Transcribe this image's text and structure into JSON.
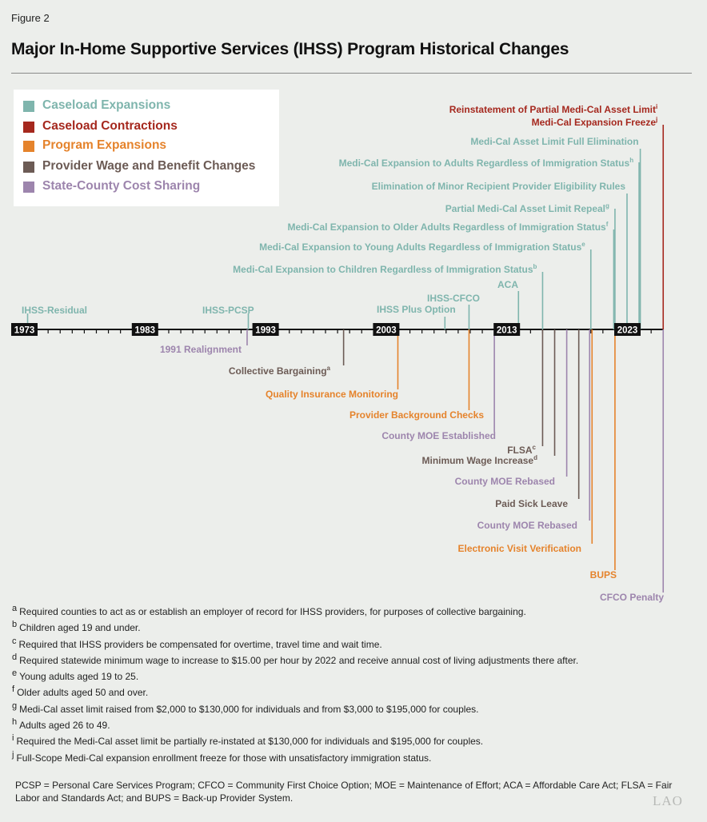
{
  "figure_label": "Figure 2",
  "title": "Major In-Home Supportive Services (IHSS) Program Historical Changes",
  "colors": {
    "caseload_expansions": "#7fb5ad",
    "caseload_contractions": "#a5281e",
    "program_expansions": "#e5832c",
    "provider_wage": "#6c5b55",
    "cost_sharing": "#9d85ad",
    "timeline": "#111111"
  },
  "legend": [
    {
      "label": "Caseload Expansions",
      "category": "caseload_expansions"
    },
    {
      "label": "Caseload Contractions",
      "category": "caseload_contractions"
    },
    {
      "label": "Program Expansions",
      "category": "program_expansions"
    },
    {
      "label": "Provider Wage and Benefit Changes",
      "category": "provider_wage"
    },
    {
      "label": "State-County Cost Sharing",
      "category": "cost_sharing"
    }
  ],
  "timeline": {
    "start_year": 1973,
    "end_year": 2023,
    "year_labels": [
      "1973",
      "1983",
      "1993",
      "2003",
      "2013",
      "2023"
    ]
  },
  "events_above": [
    {
      "label": "IHSS-Residual",
      "year": 1973.3,
      "category": "caseload_expansions",
      "note": ""
    },
    {
      "label": "IHSS-PCSP",
      "year": 1991.6,
      "category": "caseload_expansions",
      "note": ""
    },
    {
      "label": "IHSS Plus Option",
      "year": 2007.9,
      "category": "caseload_expansions",
      "note": ""
    },
    {
      "label": "IHSS-CFCO",
      "year": 2009.9,
      "category": "caseload_expansions",
      "note": ""
    },
    {
      "label": "ACA",
      "year": 2014.0,
      "category": "caseload_expansions",
      "note": ""
    },
    {
      "label": "Medi-Cal Expansion to Children Regardless of Immigration Status",
      "year": 2016.0,
      "category": "caseload_expansions",
      "note": "b"
    },
    {
      "label": "Medi-Cal Expansion to Young Adults Regardless of Immigration Status",
      "year": 2020.0,
      "category": "caseload_expansions",
      "note": "e"
    },
    {
      "label": "Medi-Cal Expansion to Older Adults Regardless of Immigration Status",
      "year": 2021.9,
      "category": "caseload_expansions",
      "note": "f"
    },
    {
      "label": "Partial Medi-Cal Asset Limit Repeal",
      "year": 2022.0,
      "category": "caseload_expansions",
      "note": "g"
    },
    {
      "label": "Elimination of Minor Recipient Provider Eligibility Rules",
      "year": 2023.0,
      "category": "caseload_expansions",
      "note": ""
    },
    {
      "label": "Medi-Cal Expansion to Adults Regardless of Immigration Status",
      "year": 2024.0,
      "category": "caseload_expansions",
      "note": "h"
    },
    {
      "label": "Medi-Cal Asset Limit Full Elimination",
      "year": 2024.1,
      "category": "caseload_expansions",
      "note": ""
    },
    {
      "label": "Medi-Cal Expansion Freeze",
      "year": 2026.0,
      "category": "caseload_contractions",
      "note": "j"
    },
    {
      "label": "Reinstatement of Partial Medi-Cal Asset Limit",
      "year": 2026.0,
      "category": "caseload_contractions",
      "note": "i"
    }
  ],
  "events_below": [
    {
      "label": "1991 Realignment",
      "year": 1991.5,
      "category": "cost_sharing",
      "note": ""
    },
    {
      "label": "Collective Bargaining",
      "year": 1999.5,
      "category": "provider_wage",
      "note": "a"
    },
    {
      "label": "Quality Insurance Monitoring",
      "year": 2004.0,
      "category": "program_expansions",
      "note": ""
    },
    {
      "label": "Provider Background Checks",
      "year": 2009.9,
      "category": "program_expansions",
      "note": ""
    },
    {
      "label": "County MOE Established",
      "year": 2012.0,
      "category": "cost_sharing",
      "note": ""
    },
    {
      "label": "FLSA",
      "year": 2016.0,
      "category": "provider_wage",
      "note": "c"
    },
    {
      "label": "Minimum Wage Increase",
      "year": 2017.0,
      "category": "provider_wage",
      "note": "d"
    },
    {
      "label": "County MOE Rebased",
      "year": 2018.0,
      "category": "cost_sharing",
      "note": ""
    },
    {
      "label": "Paid Sick Leave",
      "year": 2019.0,
      "category": "provider_wage",
      "note": ""
    },
    {
      "label": "County MOE Rebased",
      "year": 2019.9,
      "category": "cost_sharing",
      "note": ""
    },
    {
      "label": "Electronic Visit Verification",
      "year": 2020.1,
      "category": "program_expansions",
      "note": ""
    },
    {
      "label": "BUPS",
      "year": 2022.0,
      "category": "program_expansions",
      "note": ""
    },
    {
      "label": "CFCO Penalty",
      "year": 2026.0,
      "category": "cost_sharing",
      "note": ""
    }
  ],
  "footnotes": [
    {
      "mark": "a",
      "text": "Required counties to act as or establish an employer of record for IHSS providers, for purposes of collective bargaining."
    },
    {
      "mark": "b",
      "text": "Children aged 19 and under."
    },
    {
      "mark": "c",
      "text": "Required that IHSS providers be compensated for overtime, travel time and wait time."
    },
    {
      "mark": "d",
      "text": "Required statewide minimum wage to increase to $15.00 per hour by 2022 and receive annual cost of living adjustments there after."
    },
    {
      "mark": "e",
      "text": "Young adults aged 19 to 25."
    },
    {
      "mark": "f",
      "text": "Older adults aged 50 and over."
    },
    {
      "mark": "g",
      "text": "Medi-Cal asset limit raised from $2,000 to $130,000 for individuals and from $3,000 to $195,000 for couples."
    },
    {
      "mark": "h",
      "text": "Adults aged 26 to 49."
    },
    {
      "mark": "i",
      "text": "Required the Medi-Cal asset limit be partially re-instated at $130,000 for individuals and $195,000 for couples."
    },
    {
      "mark": "j",
      "text": "Full-Scope Medi-Cal expansion enrollment freeze for those with unsatisfactory immigration status."
    }
  ],
  "abbreviations": "PCSP = Personal Care Services Program; CFCO = Community First Choice Option; MOE = Maintenance of Effort; ACA = Affordable Care Act; FLSA = Fair Labor and Standards Act; and BUPS = Back-up Provider System.",
  "logo": "LAO"
}
